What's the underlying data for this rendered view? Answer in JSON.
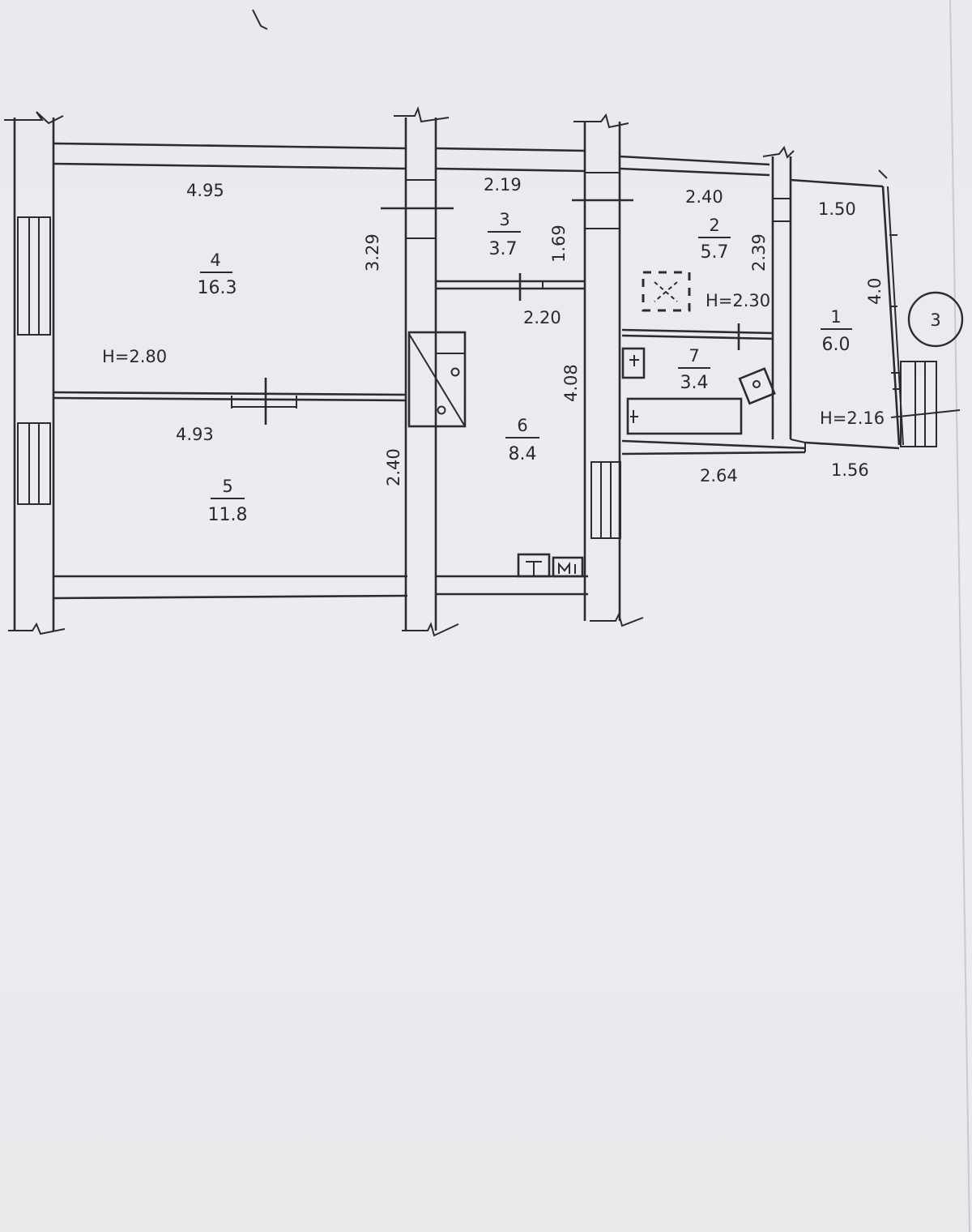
{
  "plan": {
    "rooms": [
      {
        "number": "4",
        "area": "16.3"
      },
      {
        "number": "5",
        "area": "11.8"
      },
      {
        "number": "3",
        "area": "3.7"
      },
      {
        "number": "6",
        "area": "8.4"
      },
      {
        "number": "2",
        "area": "5.7"
      },
      {
        "number": "7",
        "area": "3.4"
      },
      {
        "number": "1",
        "area": "6.0"
      }
    ],
    "dimensions": {
      "room4_width": "4.95",
      "room4_depth": "3.29",
      "room5_width": "4.93",
      "room5_depth": "2.40",
      "room3_width": "2.19",
      "room3_depth": "1.69",
      "room6_width": "2.20",
      "room6_depth": "4.08",
      "room2_width": "2.40",
      "room2_depth": "2.39",
      "room7_width": "2.64",
      "room1_width_top": "1.50",
      "room1_depth": "4.0",
      "room1_width_bottom": "1.56"
    },
    "heights": {
      "left": "H=2.80",
      "center": "H=2.30",
      "right": "H=2.16"
    },
    "unit_marker": "3",
    "fixture_symbols": {
      "radiator": "T",
      "stove": "M"
    }
  }
}
